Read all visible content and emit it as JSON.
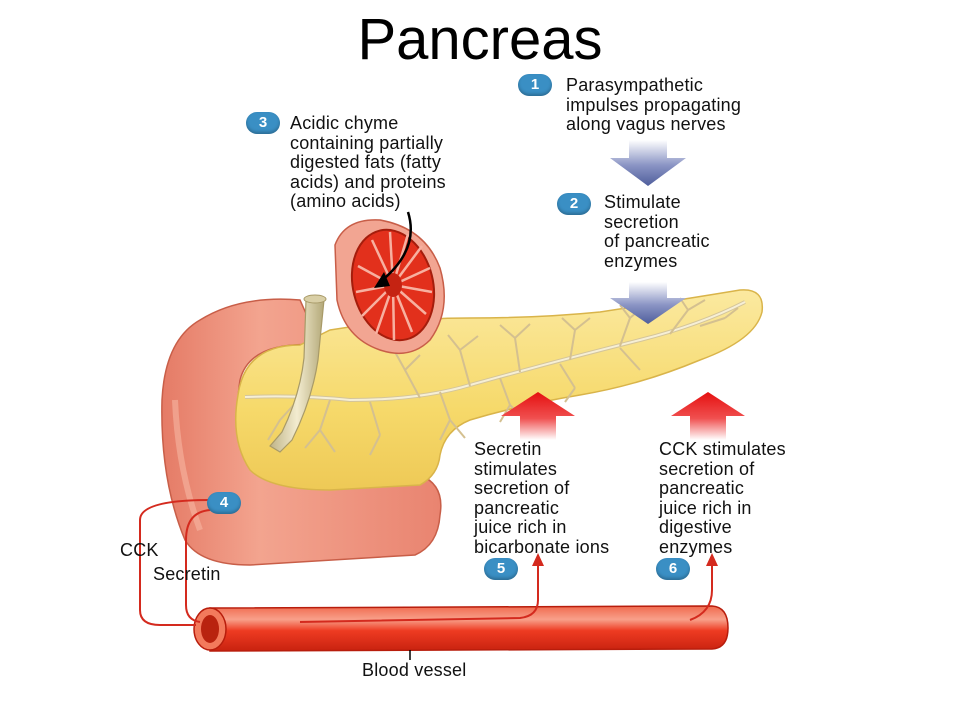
{
  "title": "Pancreas",
  "steps": [
    {
      "num": "1",
      "text": "Parasympathetic\nimpulses propagating\nalong vagus nerves"
    },
    {
      "num": "2",
      "text": "Stimulate\nsecretion\nof pancreatic\nenzymes"
    },
    {
      "num": "3",
      "text": "Acidic chyme\ncontaining partially\ndigested fats (fatty\nacids) and proteins\n(amino acids)"
    },
    {
      "num": "4",
      "text": ""
    },
    {
      "num": "5",
      "text": "Secretin\nstimulates\nsecretion of\npancreatic\njuice rich in\nbicarbonate ions"
    },
    {
      "num": "6",
      "text": "CCK stimulates\nsecretion of\npancreatic\njuice rich in\ndigestive\nenzymes"
    }
  ],
  "labels": {
    "cck": "CCK",
    "secretin": "Secretin",
    "blood_vessel": "Blood vessel"
  },
  "colors": {
    "badge": "#3a8fc4",
    "down_arrow": "#5a6aa8",
    "up_arrow": "#e01515",
    "pancreas": "#f7df7a",
    "duodenum": "#ee8f7a",
    "blood_vessel": "#ee3a22",
    "hormone_path": "#d42a1e"
  }
}
